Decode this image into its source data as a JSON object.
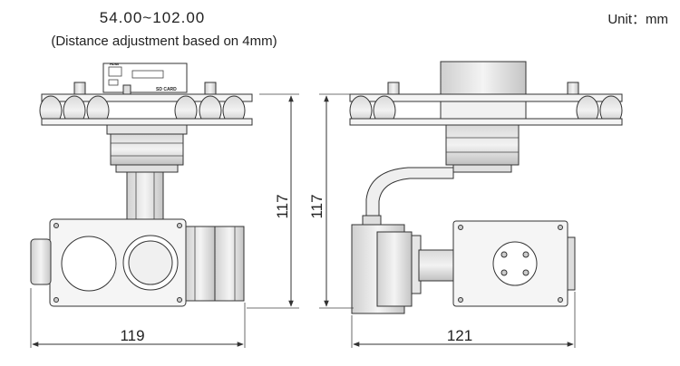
{
  "header": {
    "range": "54.00~102.00",
    "note": "(Distance adjustment based on 4mm)",
    "unit": "Unit：mm"
  },
  "port_labels": {
    "hdmi": "HDMI",
    "sd_card": "SD CARD"
  },
  "dimensions": {
    "front_width": "119",
    "front_height": "117",
    "side_height": "117",
    "side_width": "121"
  }
}
